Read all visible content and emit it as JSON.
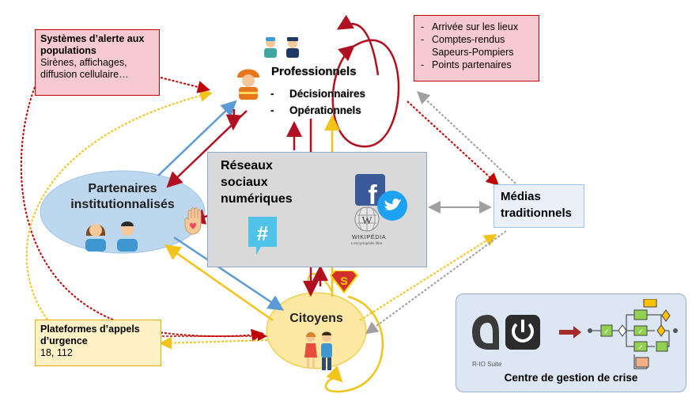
{
  "alert_box": {
    "title": "Systèmes d’alerte aux populations",
    "body": "Sirènes, affichages, diffusion cellulaire…"
  },
  "arrival_box": {
    "items": [
      "Arrivée sur les lieux",
      "Comptes-rendus Sapeurs-Pompiers",
      "Points partenaires"
    ]
  },
  "professionals": {
    "title": "Professionnels",
    "items": [
      "Décisionnaires",
      "Opérationnels"
    ]
  },
  "social_networks": {
    "title": "Réseaux sociaux numériques",
    "wikipedia_label": "WIKIPÉDIA",
    "wikipedia_sub": "L'encyclopédie libre"
  },
  "partners": {
    "label": "Partenaires institutionnalisés"
  },
  "media": {
    "label": "Médias traditionnels"
  },
  "citizens": {
    "label": "Citoyens"
  },
  "platforms_box": {
    "title": "Plateformes d’appels d’urgence",
    "body": "18, 112"
  },
  "crisis_center": {
    "label": "Centre de gestion de crise",
    "suite_label": "R-IO Suite"
  },
  "colors": {
    "red_arrow": "#b01020",
    "blue_arrow": "#5b9bd5",
    "yellow_arrow": "#f2c318",
    "gray_arrow": "#a0a0a0",
    "partner_ellipse": "#bdd7ee",
    "citizen_ellipse": "#fde9a4"
  },
  "icons": [
    "firefighter-icon",
    "doctor-icon",
    "police-icon",
    "facebook-icon",
    "twitter-icon",
    "hashtag-icon",
    "wikipedia-icon",
    "stop-hand-icon",
    "superman-icon",
    "rio-logo-icon",
    "power-icon",
    "workflow-icon"
  ]
}
